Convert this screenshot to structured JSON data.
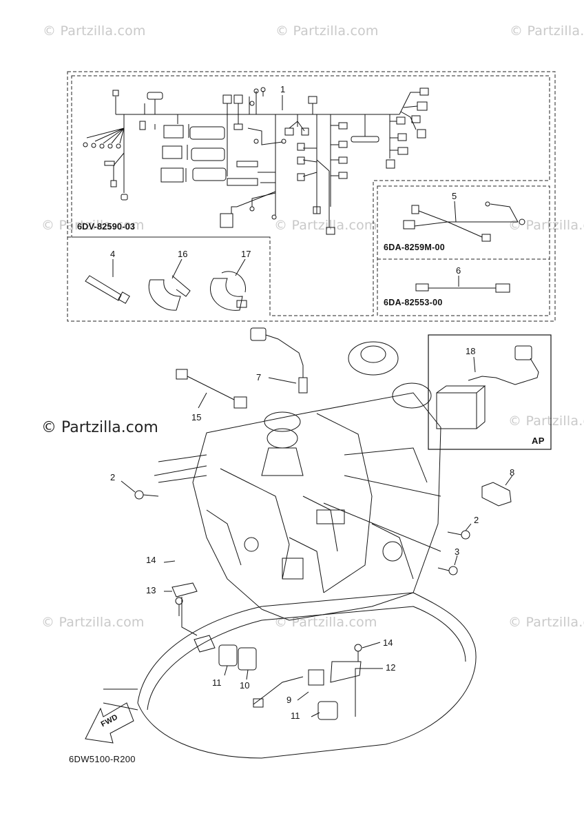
{
  "watermarks": {
    "top_left": "© Partzilla.com",
    "top_mid": "© Partzilla.com",
    "top_right": "© Partzilla.com",
    "mid_left": "© Partzilla.com",
    "mid_center": "© Partzilla.com",
    "mid_right": "© Partzilla.com",
    "featured": "© Partzilla.com",
    "right_mid": "© Partzilla.com",
    "low_left": "© Partzilla.com",
    "low_center": "© Partzilla.com",
    "low_right": "© Partzilla.com"
  },
  "kit_codes": {
    "harness": "6DV-82590-03",
    "sub_harness_5": "6DA-8259M-00",
    "sub_harness_6": "6DA-82553-00"
  },
  "callouts": {
    "c1": "1",
    "c2a": "2",
    "c2b": "2",
    "c3": "3",
    "c4": "4",
    "c5": "5",
    "c6": "6",
    "c7": "7",
    "c8": "8",
    "c9": "9",
    "c10": "10",
    "c11a": "11",
    "c11b": "11",
    "c12": "12",
    "c13": "13",
    "c14a": "14",
    "c14b": "14",
    "c15": "15",
    "c16": "16",
    "c17": "17",
    "c18": "18"
  },
  "ap_label": "AP",
  "fwd_label": "FWD",
  "figure_ref": "6DW5100-R200"
}
